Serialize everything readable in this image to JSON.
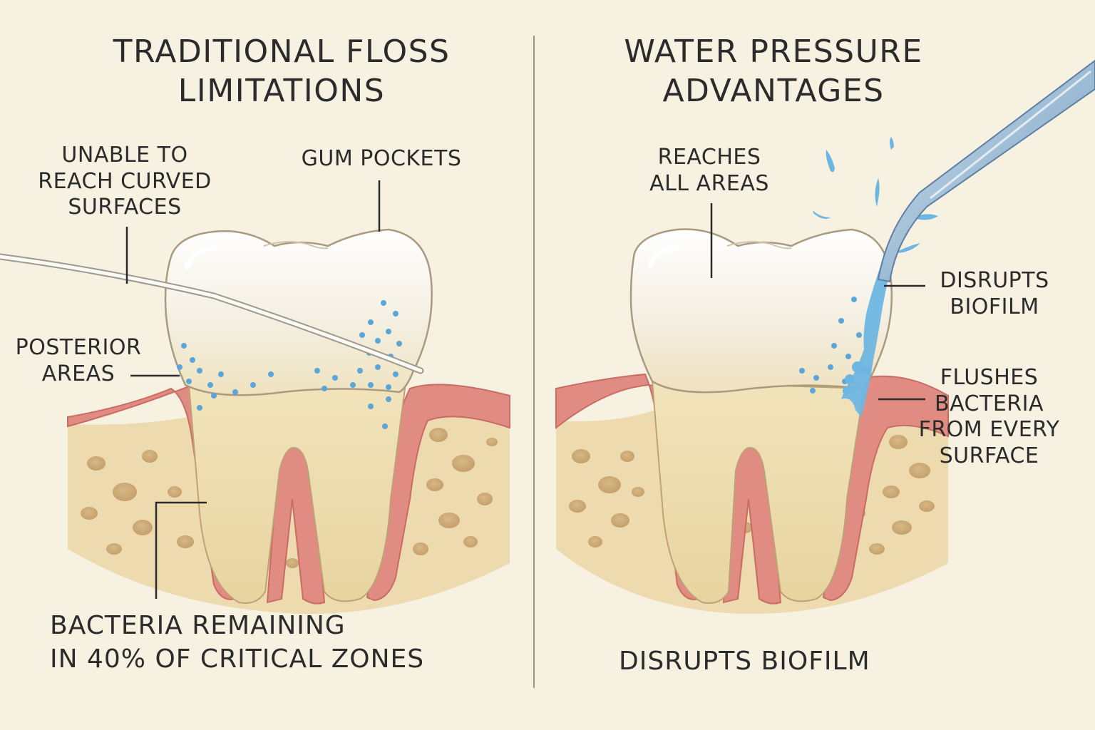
{
  "left_panel": {
    "title_line1": "TRADITIONAL FLOSS",
    "title_line2": "LIMITATIONS",
    "label_curved_1": "UNABLE TO",
    "label_curved_2": "REACH CURVED",
    "label_curved_3": "SURFACES",
    "label_gum": "GUM POCKETS",
    "label_posterior_1": "POSTERIOR",
    "label_posterior_2": "AREAS",
    "caption_line1": "BACTERIA REMAINING",
    "caption_line2": "IN 40% OF CRITICAL  ZONES"
  },
  "right_panel": {
    "title_line1": "WATER PRESSURE",
    "title_line2": "ADVANTAGES",
    "label_reaches_1": "REACHES",
    "label_reaches_2": "ALL AREAS",
    "label_disrupts_1": "DISRUPTS",
    "label_disrupts_2": "BIOFILM",
    "label_flushes_1": "FLUSHES",
    "label_flushes_2": "BACTERIA",
    "label_flushes_3": "FROM EVERY",
    "label_flushes_4": "SURFACE",
    "caption": "DISRUPTS BIOFILM"
  },
  "colors": {
    "background": "#f7f1e2",
    "bacteria": "#5aa6d8",
    "gum": "#e3958b",
    "bone": "#ecd9ad",
    "water": "#6eb6e2"
  }
}
